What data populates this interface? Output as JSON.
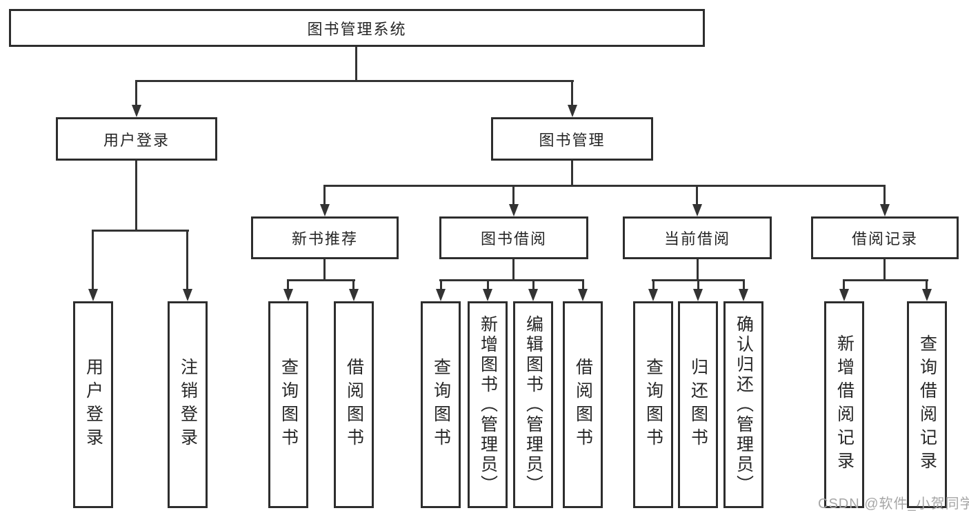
{
  "colors": {
    "line": "#333333",
    "box_border": "#2d2d2d",
    "text": "#262626",
    "watermark": "#a6a6a6"
  },
  "nodes": {
    "root": "图书管理系统",
    "level2": [
      "用户登录",
      "图书管理"
    ],
    "level3": [
      "新书推荐",
      "图书借阅",
      "当前借阅",
      "借阅记录"
    ],
    "level4": {
      "user_login": [
        "用户登录",
        "注销登录"
      ],
      "new_book": [
        "查询图书",
        "借阅图书"
      ],
      "book_borrow": [
        "查询图书",
        "新增图书（管理员）",
        "编辑图书（管理员）",
        "借阅图书"
      ],
      "current_borrow": [
        "查询图书",
        "归还图书",
        "确认归还（管理员）"
      ],
      "borrow_record": [
        "新增借阅记录",
        "查询借阅记录"
      ]
    }
  },
  "watermark": "CSDN @软件_小贺同学"
}
